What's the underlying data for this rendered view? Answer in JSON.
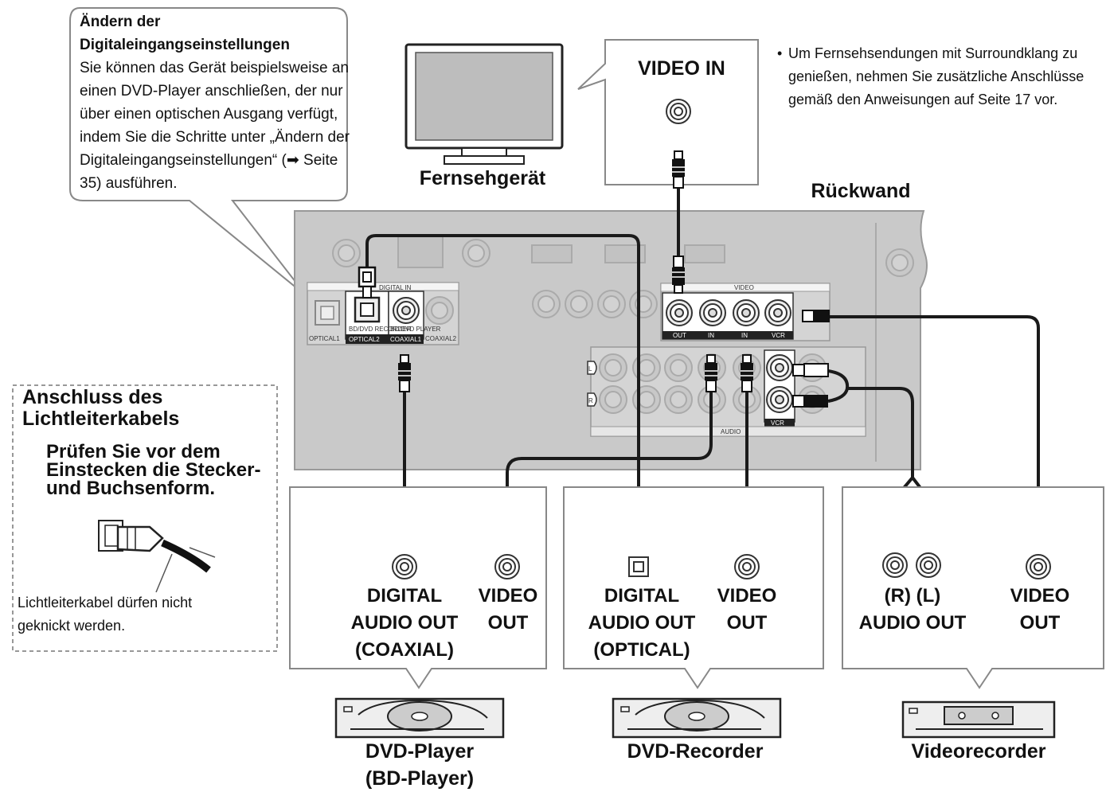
{
  "callout": {
    "title_line1": "Ändern der",
    "title_line2": "Digitaleingangseinstellungen",
    "lines": [
      "Sie können das Gerät beispielsweise an",
      "einen DVD-Player anschließen, der nur",
      "über einen optischen Ausgang verfügt,",
      "indem Sie die Schritte unter „Ändern der",
      "Digitaleingangseinstellungen“ (➡ Seite",
      "35) ausführen."
    ]
  },
  "note": {
    "bullet": "•",
    "lines": [
      "Um Fernsehsendungen mit Surroundklang zu",
      "genießen, nehmen Sie zusätzliche Anschlüsse",
      "gemäß den Anweisungen auf Seite 17 vor."
    ]
  },
  "tv": {
    "label": "Fernsehgerät",
    "input_label": "VIDEO IN"
  },
  "rear_panel": {
    "label": "Rückwand",
    "digital_in": "DIGITAL IN",
    "video": "VIDEO",
    "audio": "AUDIO",
    "optical1": "OPTICAL1",
    "optical2": "OPTICAL2",
    "coaxial1": "COAXIAL1",
    "coaxial2": "COAXIAL2",
    "bd_dvd_rec": "BD/DVD RECORDER",
    "bd_dvd_player": "BD/DVD PLAYER",
    "out": "OUT",
    "in": "IN",
    "vcr": "VCR",
    "left_mark": "L",
    "right_mark": "R"
  },
  "light_guide": {
    "title_line1": "Anschluss des",
    "title_line2": "Lichtleiterkabels",
    "check_lines": [
      "Prüfen Sie vor dem",
      "Einstecken die Stecker-",
      "und Buchsenform."
    ],
    "warn_line1": "Lichtleiterkabel  dürfen  nicht",
    "warn_line2": "geknickt werden."
  },
  "devices": {
    "dvd_player": {
      "label_line1": "DVD-Player",
      "label_line2": "(BD-Player)",
      "out1": [
        "DIGITAL",
        "AUDIO OUT",
        "(COAXIAL)"
      ],
      "out2": [
        "VIDEO",
        "OUT"
      ]
    },
    "dvd_recorder": {
      "label": "DVD-Recorder",
      "out1": [
        "DIGITAL",
        "AUDIO OUT",
        "(OPTICAL)"
      ],
      "out2": [
        "VIDEO",
        "OUT"
      ]
    },
    "vcr": {
      "label": "Videorecorder",
      "out1": [
        "(R) (L)",
        "AUDIO OUT"
      ],
      "out2": [
        "VIDEO",
        "OUT"
      ]
    }
  }
}
